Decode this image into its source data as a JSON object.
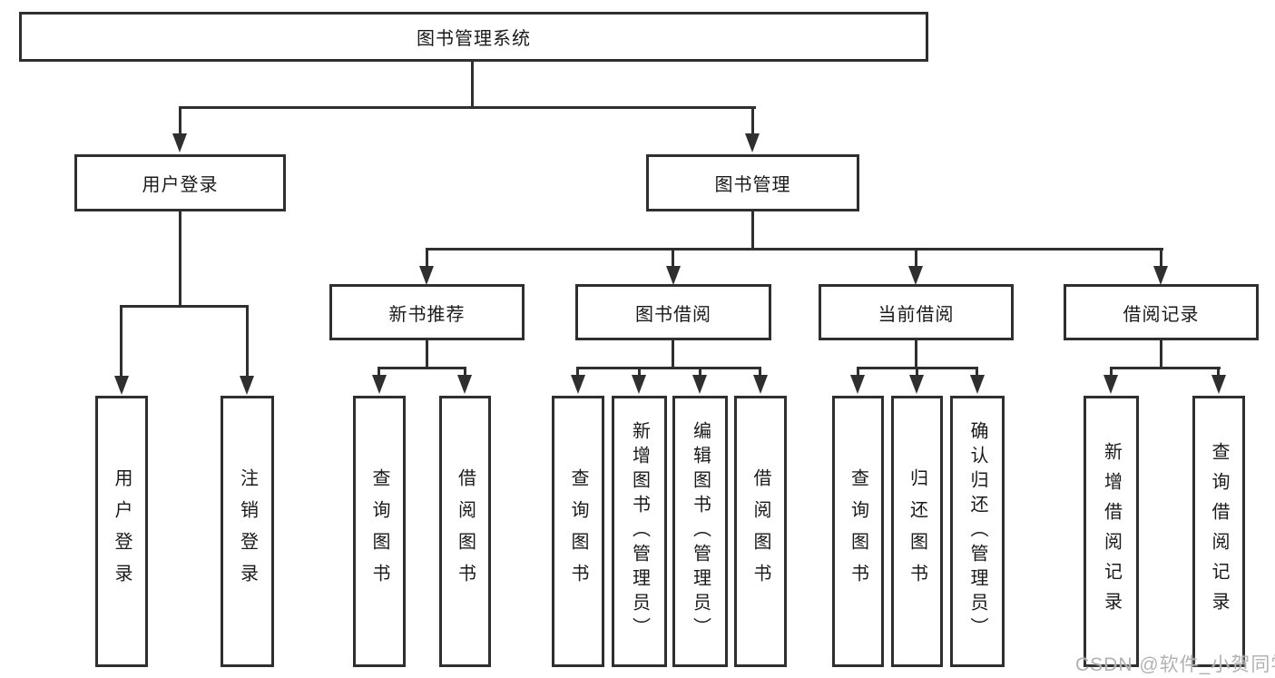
{
  "root": {
    "label": "图书管理系统"
  },
  "branches": {
    "user_login": {
      "label": "用户登录",
      "children": [
        "用户登录",
        "注销登录"
      ]
    },
    "book_mgmt": {
      "label": "图书管理"
    }
  },
  "modules": [
    {
      "label": "新书推荐",
      "children": [
        "查询图书",
        "借阅图书"
      ]
    },
    {
      "label": "图书借阅",
      "children": [
        "查询图书",
        "新增图书（管理员）",
        "编辑图书（管理员）",
        "借阅图书"
      ]
    },
    {
      "label": "当前借阅",
      "children": [
        "查询图书",
        "归还图书",
        "确认归还（管理员）"
      ]
    },
    {
      "label": "借阅记录",
      "children": [
        "新增借阅记录",
        "查询借阅记录"
      ]
    }
  ],
  "watermark": {
    "text": "CSDN @软件_小贺同学"
  },
  "colors": {
    "line": "#2f2f2f",
    "text": "#1a1a1a",
    "background": "#ffffff",
    "watermark": "#b2b2b2"
  }
}
